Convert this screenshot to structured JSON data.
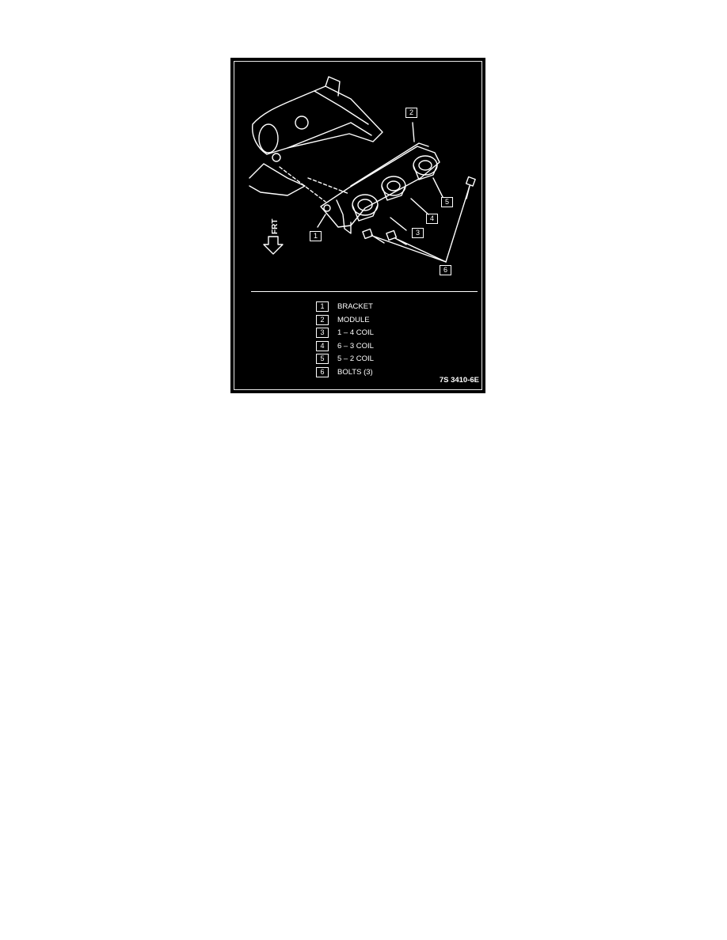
{
  "callouts": [
    "1",
    "2",
    "3",
    "4",
    "5",
    "6"
  ],
  "direction_label": "FRT",
  "legend": [
    {
      "number": "1",
      "label": "BRACKET"
    },
    {
      "number": "2",
      "label": "MODULE"
    },
    {
      "number": "3",
      "label": "1 – 4 COIL"
    },
    {
      "number": "4",
      "label": "6 – 3 COIL"
    },
    {
      "number": "5",
      "label": "5 – 2 COIL"
    },
    {
      "number": "6",
      "label": "BOLTS (3)"
    }
  ],
  "figure_code": "7S 3410-6E"
}
